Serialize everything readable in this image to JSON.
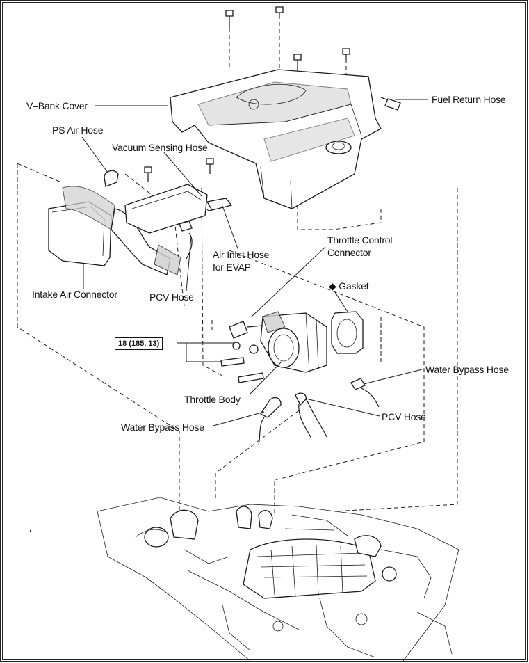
{
  "labels": {
    "v_bank_cover": "V–Bank Cover",
    "fuel_return_hose": "Fuel Return Hose",
    "ps_air_hose": "PS Air Hose",
    "vacuum_sensing_hose": "Vacuum Sensing Hose",
    "air_inlet_hose_line1": "Air Inlet Hose",
    "air_inlet_hose_line2": "for EVAP",
    "throttle_control_line1": "Throttle Control",
    "throttle_control_line2": "Connector",
    "gasket": "Gasket",
    "intake_air_connector": "Intake Air Connector",
    "pcv_hose_upper": "PCV Hose",
    "torque_spec": "18 (185, 13)",
    "water_bypass_hose_right": "Water Bypass Hose",
    "throttle_body": "Throttle Body",
    "water_bypass_hose_left": "Water Bypass Hose",
    "pcv_hose_lower": "PCV Hose"
  },
  "symbols": {
    "gasket_marker": "◆"
  }
}
